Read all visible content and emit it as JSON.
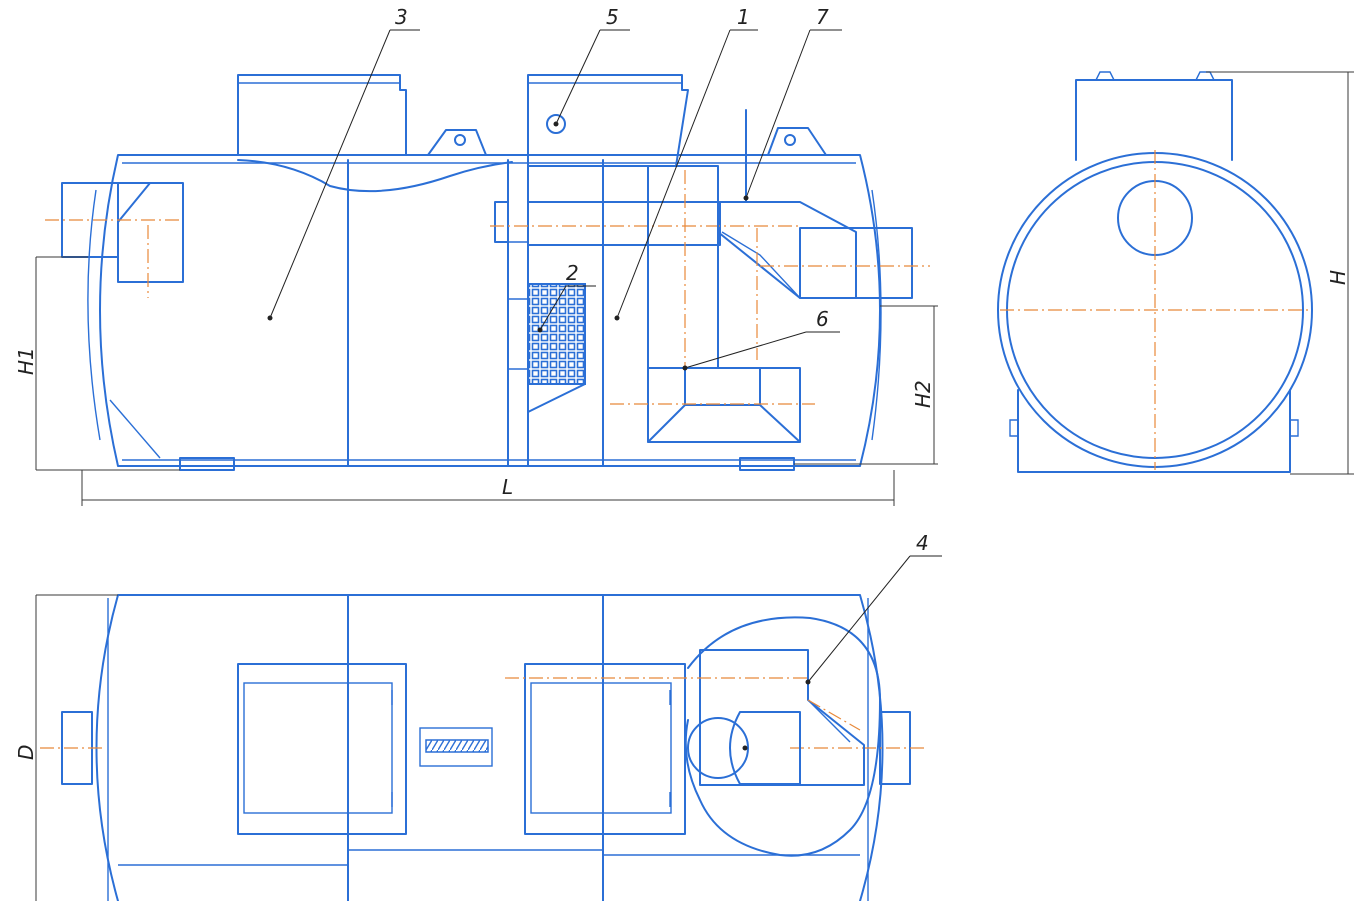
{
  "callouts": {
    "n1": "1",
    "n2": "2",
    "n3": "3",
    "n4": "4",
    "n5": "5",
    "n6": "6",
    "n7": "7"
  },
  "dimensions": {
    "h1": "H1",
    "h2": "H2",
    "l": "L",
    "h": "H",
    "d": "D"
  },
  "colors": {
    "outline": "#2b6fd6",
    "axis": "#e8893a",
    "dimension": "#3a3a3a"
  }
}
